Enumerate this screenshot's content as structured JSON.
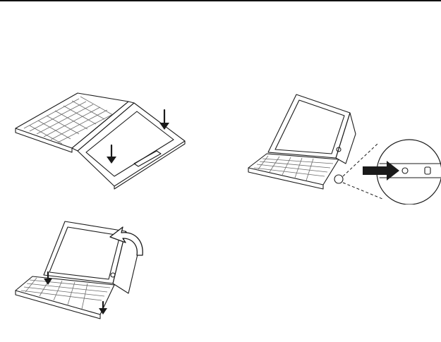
{
  "document": {
    "figures": [
      {
        "id": "insert-ipad",
        "icon": "arrow-down-icon"
      },
      {
        "id": "connect-cable",
        "icon": "arrow-right-icon"
      },
      {
        "id": "fold-stand",
        "icon": "curved-arrow-icon"
      }
    ]
  }
}
